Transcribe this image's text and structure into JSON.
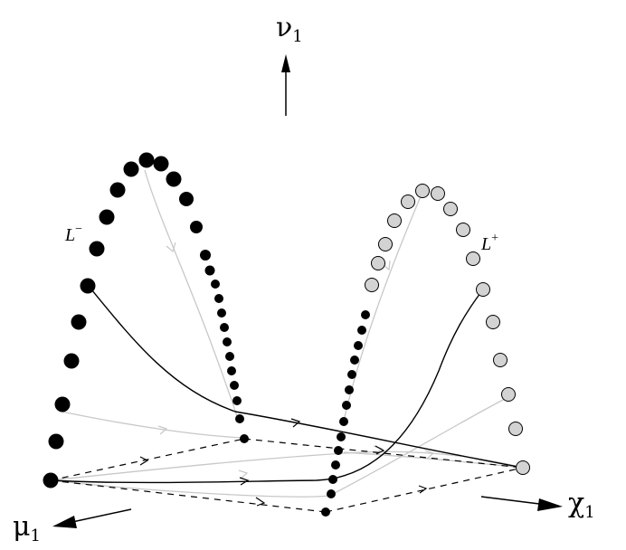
{
  "axes": {
    "vertical": "ν",
    "vertical_sub": "1",
    "horizontal": "χ",
    "horizontal_sub": "1",
    "depth": "μ",
    "depth_sub": "1"
  },
  "curves": {
    "left": {
      "name": "L",
      "sup": "−"
    },
    "right": {
      "name": "L",
      "sup": "+"
    }
  },
  "colors": {
    "black": "#000000",
    "gray_dot_fill": "#d3d3d3",
    "gray_line": "#c8c8c8"
  }
}
